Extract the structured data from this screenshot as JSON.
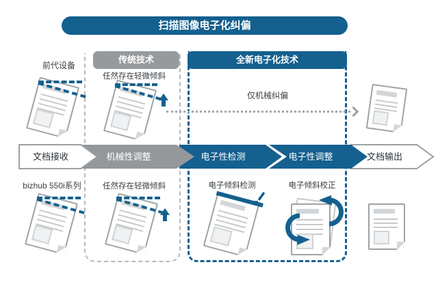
{
  "title": "扫描图像电子化纠偏",
  "colors": {
    "primary_blue": "#14608F",
    "gray": "#94989B"
  },
  "labels": {
    "prev_device": "前代设备",
    "bizhub_series": "bizhub 550i系列"
  },
  "traditional": {
    "header": "传统技术",
    "top_note": "任然存在轻微倾斜",
    "bottom_note": "任然存在轻微倾斜"
  },
  "electronic": {
    "header": "全新电子化技术",
    "bypass_note": "仅机械纠偏",
    "detect_label": "电子倾斜检测",
    "correct_label": "电子倾斜校正"
  },
  "flow": {
    "steps": [
      {
        "label": "文档接收"
      },
      {
        "label": "机械性调整"
      },
      {
        "label": "电子性检测"
      },
      {
        "label": "电子性调整"
      },
      {
        "label": "文档输出"
      }
    ]
  }
}
